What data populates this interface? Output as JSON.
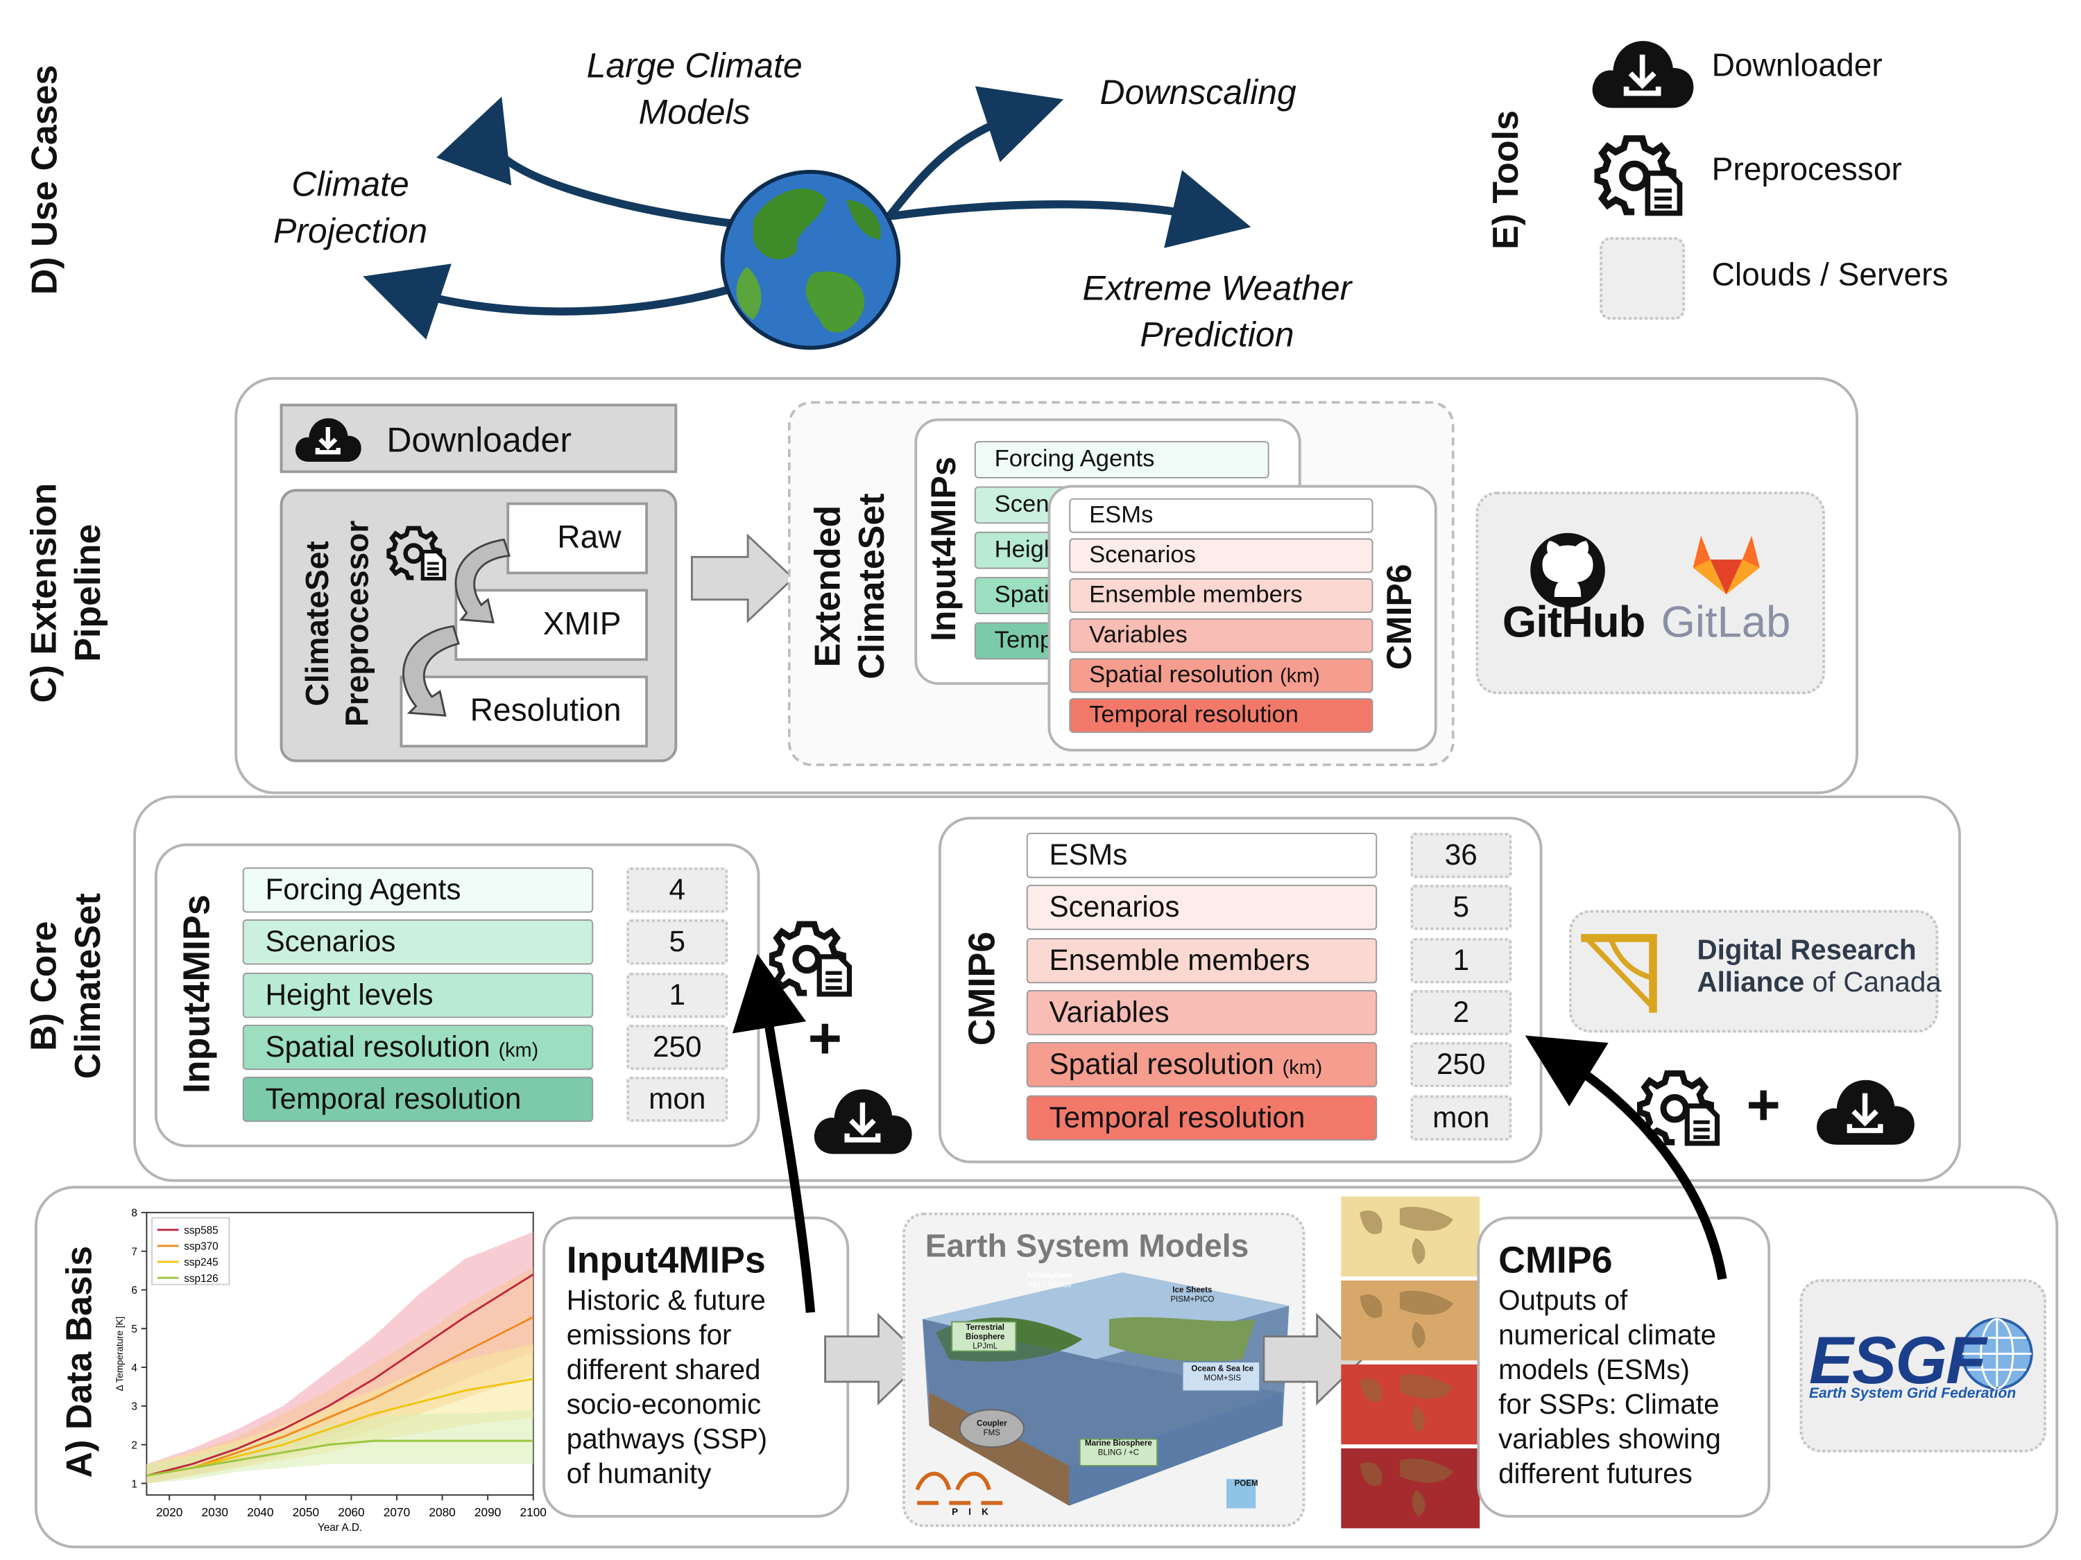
{
  "sections": {
    "use_cases": "D) Use Cases",
    "tools": "E) Tools",
    "extension": [
      "C) Extension",
      "Pipeline"
    ],
    "core": [
      "B) Core",
      "ClimateSet"
    ],
    "data_basis": "A) Data Basis"
  },
  "use_cases": {
    "large_climate_models": [
      "Large Climate",
      "Models"
    ],
    "downscaling": "Downscaling",
    "climate_projection": [
      "Climate",
      "Projection"
    ],
    "extreme_weather": [
      "Extreme Weather",
      "Prediction"
    ]
  },
  "tools_legend": {
    "downloader": "Downloader",
    "preprocessor": "Preprocessor",
    "clouds": "Clouds / Servers"
  },
  "extension": {
    "downloader": "Downloader",
    "preprocessor": [
      "ClimateSet",
      "Preprocessor"
    ],
    "steps": [
      "Raw",
      "XMIP",
      "Resolution"
    ],
    "extended": [
      "Extended",
      "ClimateSet"
    ],
    "input4mips_title": "Input4MIPs",
    "input4mips_rows": [
      "Forcing Agents",
      "Scenarios",
      "Height levels",
      "Spatial resolution",
      "Temporal resolution"
    ],
    "cmip6_title": "CMIP6",
    "cmip6_rows": [
      "ESMs",
      "Scenarios",
      "Ensemble members",
      "Variables",
      "Spatial resolution",
      "Temporal resolution"
    ],
    "km": "(km)",
    "github": "GitHub",
    "gitlab": "GitLab"
  },
  "core": {
    "input4mips_title": "Input4MIPs",
    "input4mips_rows": [
      {
        "label": "Forcing Agents",
        "value": "4"
      },
      {
        "label": "Scenarios",
        "value": "5"
      },
      {
        "label": "Height levels",
        "value": "1"
      },
      {
        "label": "Spatial resolution",
        "value": "250"
      },
      {
        "label": "Temporal resolution",
        "value": "mon"
      }
    ],
    "cmip6_title": "CMIP6",
    "cmip6_rows": [
      {
        "label": "ESMs",
        "value": "36"
      },
      {
        "label": "Scenarios",
        "value": "5"
      },
      {
        "label": "Ensemble members",
        "value": "1"
      },
      {
        "label": "Variables",
        "value": "2"
      },
      {
        "label": "Spatial resolution",
        "value": "250"
      },
      {
        "label": "Temporal resolution",
        "value": "mon"
      }
    ],
    "km": "(km)",
    "plus": "+",
    "drac": [
      "Digital Research",
      "Alliance of Canada"
    ],
    "drac_of": "of",
    "drac_canada": "Canada",
    "drac_alliance": "Alliance"
  },
  "data_basis": {
    "input4mips_title": "Input4MIPs",
    "input4mips_text": [
      "Historic & future",
      "emissions for",
      "different shared",
      "socio-economic",
      "pathways (SSP)",
      "of humanity"
    ],
    "esm_title": "Earth System Models",
    "esm_labels": {
      "atmosphere": "Atmosphere",
      "atmosphere_sub": "AM / Aeolus",
      "ice": "Ice Sheets",
      "ice_sub": "PISM+PICO",
      "terr": "Terrestrial Biosphere",
      "terr_sub": "LPJmL",
      "ocean": "Ocean & Sea Ice",
      "ocean_sub": "MOM+SIS",
      "coupler": "Coupler",
      "coupler_sub": "FMS",
      "marine": "Marine Biosphere",
      "marine_sub": "BLING / +C",
      "poem": "POEM",
      "pik": "P I K"
    },
    "cmip6_title": "CMIP6",
    "cmip6_text": [
      "Outputs of",
      "numerical climate",
      "models (ESMs)",
      "for SSPs: Climate",
      "variables showing",
      "different futures"
    ],
    "esgf": "ESGF",
    "esgf_sub": "Earth System Grid Federation"
  },
  "chart_data": {
    "type": "line",
    "xlabel": "Year A.D.",
    "ylabel": "Δ Temperature [K]",
    "xlim": [
      2015,
      2100
    ],
    "ylim": [
      0.7,
      8
    ],
    "xticks": [
      2020,
      2030,
      2040,
      2050,
      2060,
      2070,
      2080,
      2090,
      2100
    ],
    "yticks": [
      1,
      2,
      3,
      4,
      5,
      6,
      7,
      8
    ],
    "x": [
      2015,
      2025,
      2035,
      2045,
      2055,
      2065,
      2075,
      2085,
      2100
    ],
    "series": [
      {
        "name": "ssp585",
        "color": "#c0263c",
        "band": "#f2a2ae",
        "values": [
          1.2,
          1.5,
          1.9,
          2.4,
          3.0,
          3.7,
          4.5,
          5.3,
          6.4
        ],
        "low": [
          1.0,
          1.2,
          1.5,
          1.8,
          2.2,
          2.7,
          3.2,
          3.7,
          4.4
        ],
        "high": [
          1.5,
          1.9,
          2.4,
          3.0,
          3.9,
          4.8,
          5.9,
          6.8,
          7.5
        ]
      },
      {
        "name": "ssp370",
        "color": "#f08a1e",
        "band": "#f8c796",
        "values": [
          1.2,
          1.4,
          1.8,
          2.2,
          2.7,
          3.2,
          3.8,
          4.4,
          5.3
        ],
        "low": [
          1.0,
          1.2,
          1.4,
          1.7,
          2.0,
          2.4,
          2.8,
          3.2,
          3.8
        ],
        "high": [
          1.5,
          1.8,
          2.2,
          2.8,
          3.4,
          4.1,
          4.8,
          5.6,
          6.6
        ]
      },
      {
        "name": "ssp245",
        "color": "#f1c40f",
        "band": "#f8e89a",
        "values": [
          1.2,
          1.4,
          1.7,
          2.0,
          2.4,
          2.8,
          3.1,
          3.4,
          3.7
        ],
        "low": [
          1.0,
          1.2,
          1.4,
          1.6,
          1.8,
          2.1,
          2.3,
          2.5,
          2.7
        ],
        "high": [
          1.5,
          1.8,
          2.1,
          2.5,
          3.0,
          3.4,
          3.9,
          4.2,
          4.6
        ]
      },
      {
        "name": "ssp126",
        "color": "#9bc53d",
        "band": "#d9ecb0",
        "values": [
          1.2,
          1.4,
          1.6,
          1.8,
          2.0,
          2.1,
          2.1,
          2.1,
          2.1
        ],
        "low": [
          1.0,
          1.1,
          1.3,
          1.4,
          1.5,
          1.5,
          1.5,
          1.5,
          1.5
        ],
        "high": [
          1.5,
          1.7,
          2.0,
          2.2,
          2.5,
          2.7,
          2.8,
          2.8,
          2.9
        ]
      }
    ],
    "legend": "top-left"
  },
  "colors": {
    "greens": [
      "#effcf7",
      "#ccf0df",
      "#b8ead4",
      "#9bdec0",
      "#7ccaaa"
    ],
    "reds": [
      "#ffffff",
      "#fdecea",
      "#fbd8d2",
      "#f8bdb4",
      "#f59d8f",
      "#f2796a"
    ],
    "navy": "#133a5e"
  }
}
